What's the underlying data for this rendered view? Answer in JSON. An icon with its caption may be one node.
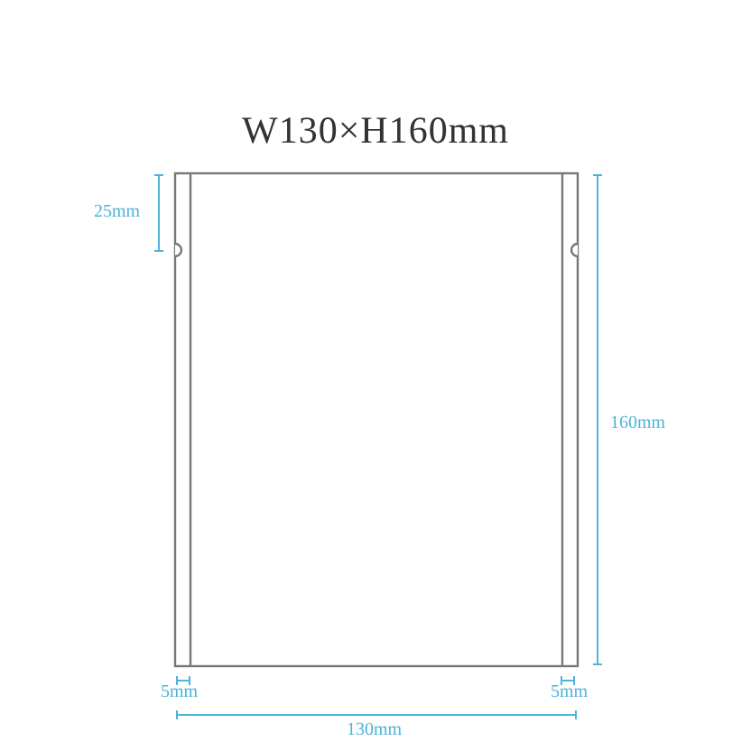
{
  "diagram": {
    "title": "W130×H160mm",
    "labels": [
      "25mm",
      "160mm",
      "5mm",
      "5mm",
      "130mm"
    ]
  }
}
